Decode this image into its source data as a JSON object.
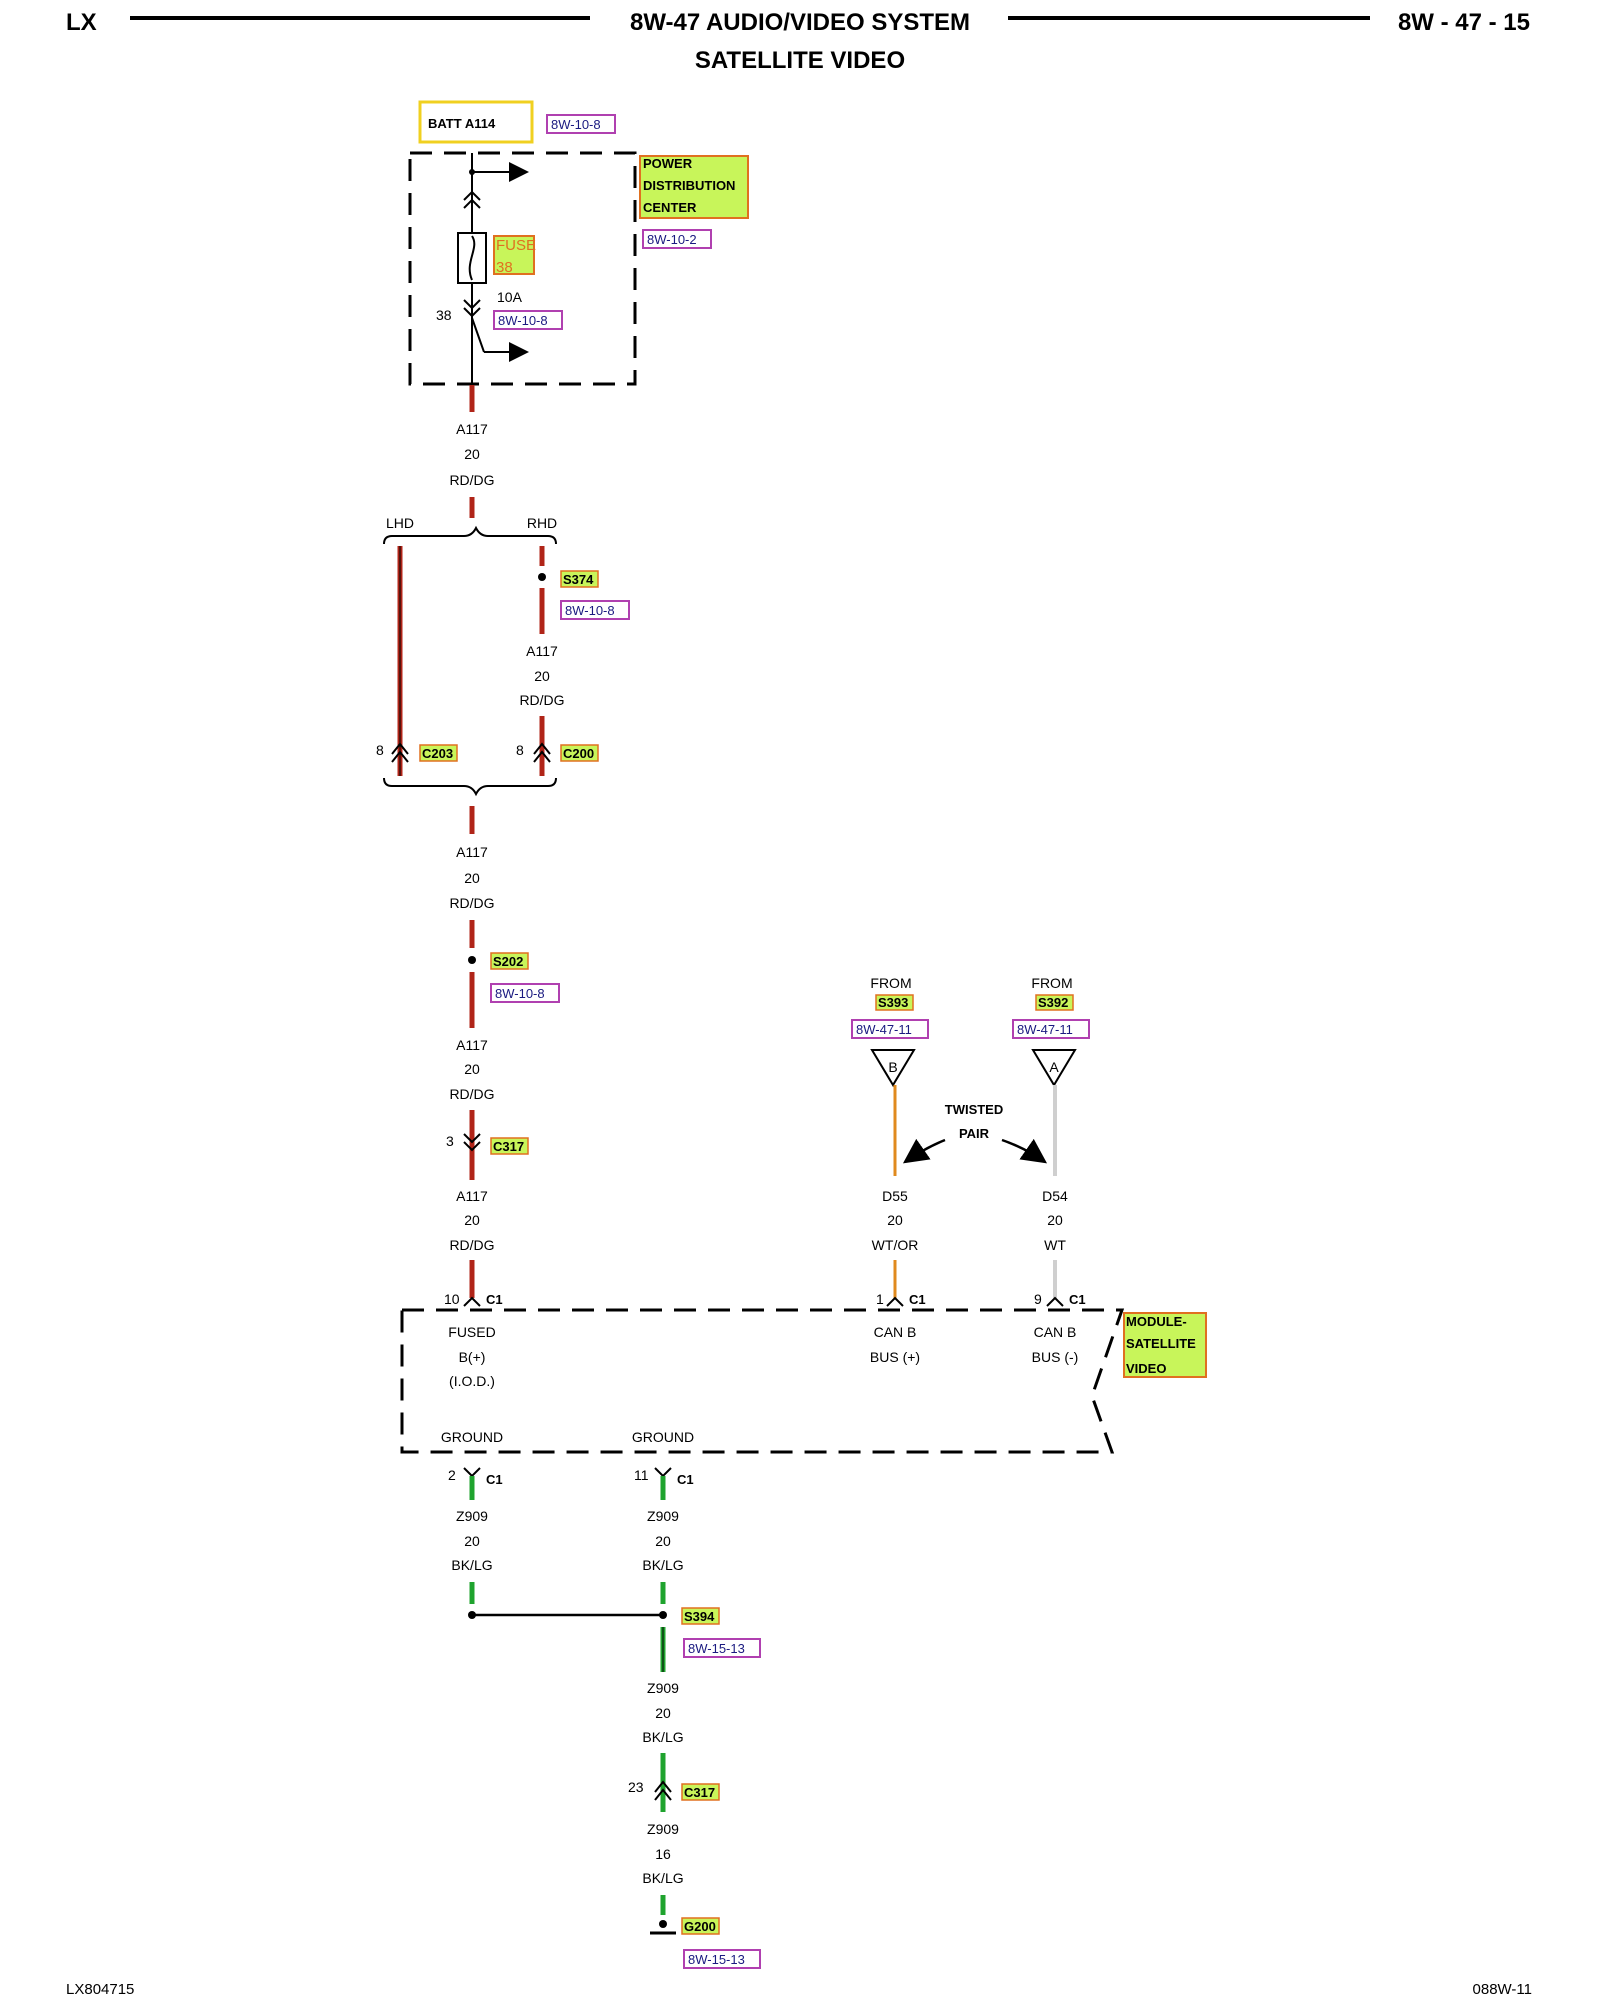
{
  "header": {
    "left": "LX",
    "title_line1": "8W-47 AUDIO/VIDEO SYSTEM",
    "title_line2": "SATELLITE VIDEO",
    "right": "8W - 47 - 15"
  },
  "footer": {
    "left": "LX804715",
    "right": "088W-11"
  },
  "batt": {
    "label": "BATT A114",
    "ref": "8W-10-8"
  },
  "pdc": {
    "line1": "POWER",
    "line2": "DISTRIBUTION",
    "line3": "CENTER",
    "ref": "8W-10-2",
    "fuse_word": "FUSE",
    "fuse_num": "38",
    "fuse_rating": "10A",
    "fuse_ref": "8W-10-8",
    "cavity": "38"
  },
  "wire_a117": {
    "circuit": "A117",
    "gauge": "20",
    "color": "RD/DG"
  },
  "variants": {
    "lhd": "LHD",
    "rhd": "RHD"
  },
  "splices": {
    "s374": {
      "name": "S374",
      "ref": "8W-10-8"
    },
    "s202": {
      "name": "S202",
      "ref": "8W-10-8"
    },
    "s394": {
      "name": "S394",
      "ref": "8W-15-13"
    }
  },
  "connectors": {
    "c203": {
      "name": "C203",
      "pin": "8"
    },
    "c200": {
      "name": "C200",
      "pin": "8"
    },
    "c317_top": {
      "name": "C317",
      "pin": "3"
    },
    "c317_bottom": {
      "name": "C317",
      "pin": "23"
    }
  },
  "can": {
    "from_word": "FROM",
    "left_splice": "S393",
    "left_ref": "8W-47-11",
    "left_letter": "B",
    "right_splice": "S392",
    "right_ref": "8W-47-11",
    "right_letter": "A",
    "twisted_line1": "TWISTED",
    "twisted_line2": "PAIR",
    "d55": {
      "circuit": "D55",
      "gauge": "20",
      "color": "WT/OR"
    },
    "d54": {
      "circuit": "D54",
      "gauge": "20",
      "color": "WT"
    }
  },
  "module": {
    "line1": "MODULE-",
    "line2": "SATELLITE",
    "line3": "VIDEO",
    "connector": "C1",
    "pin_fused": "10",
    "pin_canp": "1",
    "pin_canm": "9",
    "pin_gnd1": "2",
    "pin_gnd2": "11",
    "fused_l1": "FUSED",
    "fused_l2": "B(+)",
    "fused_l3": "(I.O.D.)",
    "canp_l1": "CAN B",
    "canp_l2": "BUS (+)",
    "canm_l1": "CAN B",
    "canm_l2": "BUS (-)",
    "ground": "GROUND"
  },
  "wire_z909": {
    "circuit": "Z909",
    "gauge": "20",
    "color": "BK/LG"
  },
  "wire_z909_16": {
    "circuit": "Z909",
    "gauge": "16",
    "color": "BK/LG"
  },
  "ground": {
    "name": "G200",
    "ref": "8W-15-13"
  },
  "colors": {
    "red_wire": "#b02418",
    "green_wire": "#1fa32e",
    "orange_wire": "#e08a1e",
    "white_wire": "#cfcfcf",
    "tag_fill": "#c8f55a",
    "tag_border": "#e07020",
    "ref_border": "#b040b0",
    "batt_border": "#f0d020"
  }
}
